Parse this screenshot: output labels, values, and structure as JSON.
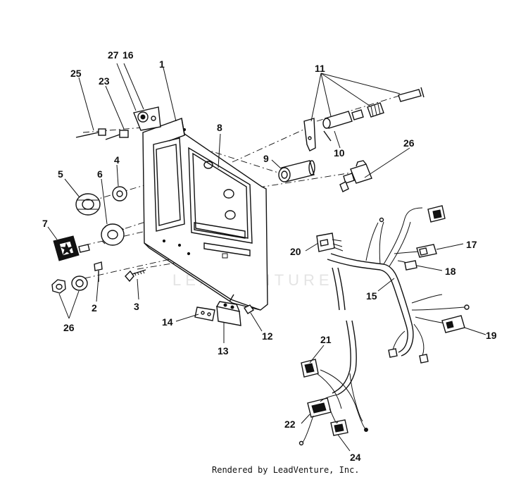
{
  "diagram": {
    "watermark_text": "LEADVENTURE",
    "footer_text": "Rendered by LeadVenture, Inc.",
    "callouts": [
      {
        "id": "c1",
        "label": "1"
      },
      {
        "id": "c2",
        "label": "2"
      },
      {
        "id": "c3",
        "label": "3"
      },
      {
        "id": "c4",
        "label": "4"
      },
      {
        "id": "c5",
        "label": "5"
      },
      {
        "id": "c6",
        "label": "6"
      },
      {
        "id": "c7",
        "label": "7"
      },
      {
        "id": "c8",
        "label": "8"
      },
      {
        "id": "c9",
        "label": "9"
      },
      {
        "id": "c10",
        "label": "10"
      },
      {
        "id": "c11",
        "label": "11"
      },
      {
        "id": "c12",
        "label": "12"
      },
      {
        "id": "c13",
        "label": "13"
      },
      {
        "id": "c14",
        "label": "14"
      },
      {
        "id": "c15",
        "label": "15"
      },
      {
        "id": "c16",
        "label": "16"
      },
      {
        "id": "c17",
        "label": "17"
      },
      {
        "id": "c18",
        "label": "18"
      },
      {
        "id": "c19",
        "label": "19"
      },
      {
        "id": "c20",
        "label": "20"
      },
      {
        "id": "c21",
        "label": "21"
      },
      {
        "id": "c22",
        "label": "22"
      },
      {
        "id": "c23",
        "label": "23"
      },
      {
        "id": "c24",
        "label": "24"
      },
      {
        "id": "c25",
        "label": "25"
      },
      {
        "id": "c26a",
        "label": "26"
      },
      {
        "id": "c26b",
        "label": "26"
      },
      {
        "id": "c27",
        "label": "27"
      }
    ]
  }
}
